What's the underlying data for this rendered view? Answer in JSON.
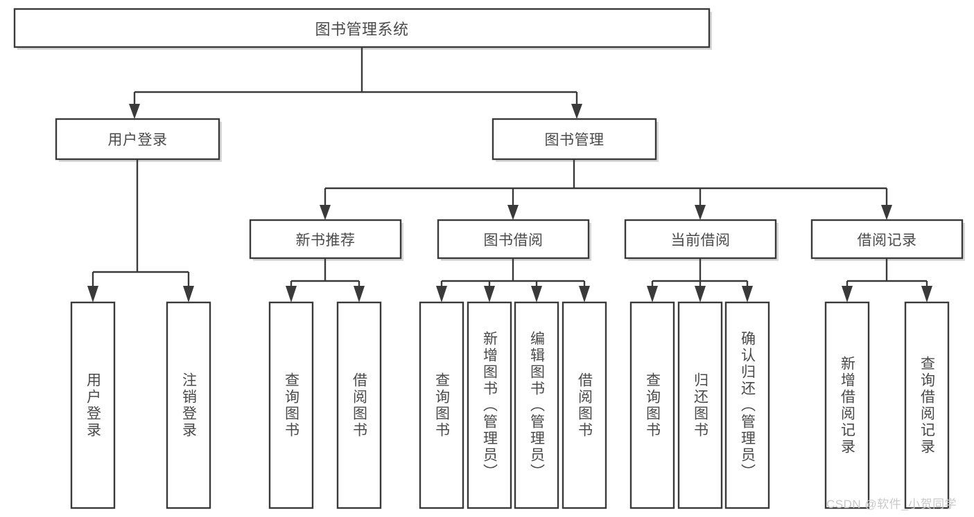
{
  "diagram": {
    "type": "tree",
    "title": "图书管理系统",
    "watermark": "CSDN @软件_小贺同学",
    "colors": {
      "stroke": "#3a3a3a",
      "box_fill": "#ffffff",
      "text": "#4a4a4a",
      "background": "#ffffff",
      "watermark": "#c9c9c9"
    },
    "levels": {
      "root": {
        "label": "图书管理系统"
      },
      "level2": [
        {
          "label": "用户登录"
        },
        {
          "label": "图书管理"
        }
      ],
      "level3": [
        {
          "label": "新书推荐"
        },
        {
          "label": "图书借阅"
        },
        {
          "label": "当前借阅"
        },
        {
          "label": "借阅记录"
        }
      ],
      "leaves": {
        "user_login": [
          {
            "label": "用户登录"
          },
          {
            "label": "注销登录"
          }
        ],
        "new_book_recommend": [
          {
            "label": "查询图书"
          },
          {
            "label": "借阅图书"
          }
        ],
        "book_borrow": [
          {
            "label": "查询图书"
          },
          {
            "label": "新增图书（管理员）"
          },
          {
            "label": "编辑图书（管理员）"
          },
          {
            "label": "借阅图书"
          }
        ],
        "current_borrow": [
          {
            "label": "查询图书"
          },
          {
            "label": "归还图书"
          },
          {
            "label": "确认归还（管理员）"
          }
        ],
        "borrow_record": [
          {
            "label": "新增借阅记录"
          },
          {
            "label": "查询借阅记录"
          }
        ]
      }
    }
  }
}
